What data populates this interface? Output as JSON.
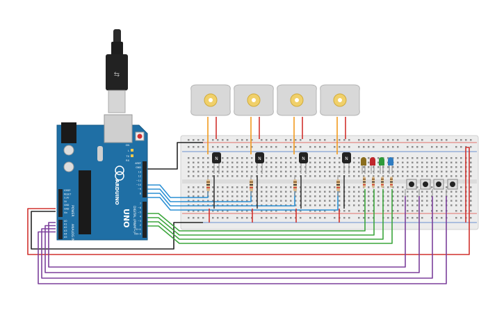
{
  "board": {
    "brand": "ARDUINO",
    "model": "UNO",
    "on_label": "ON",
    "tx_label": "TX",
    "rx_label": "RX",
    "l_label": "L",
    "power_label": "POWER",
    "analog_label": "ANALOG IN",
    "digital_label": "DIGITAL (PWM ~)",
    "power_pins": [
      "IOREF",
      "RESET",
      "3.3V",
      "5V",
      "GND",
      "GND",
      "Vin"
    ],
    "analog_pins": [
      "A0",
      "A1",
      "A2",
      "A3",
      "A4",
      "A5"
    ],
    "digital_top_pins": [
      "AREF",
      "GND",
      "13",
      "12",
      "~11",
      "~10",
      "~9",
      "8"
    ],
    "digital_bottom_pins": [
      "7",
      "~6",
      "~5",
      "4",
      "~3",
      "2",
      "TX→1",
      "RX←0"
    ]
  },
  "motors": [
    {
      "id": "motor-1"
    },
    {
      "id": "motor-2"
    },
    {
      "id": "motor-3"
    },
    {
      "id": "motor-4"
    }
  ],
  "transistors": [
    {
      "label": "N"
    },
    {
      "label": "N"
    },
    {
      "label": "N"
    },
    {
      "label": "N"
    }
  ],
  "leds": [
    {
      "color": "#8a6d1e"
    },
    {
      "color": "#c0262b"
    },
    {
      "color": "#2e9b3a"
    },
    {
      "color": "#2f7cc1"
    }
  ],
  "buttons": [
    {
      "id": "b1"
    },
    {
      "id": "b2"
    },
    {
      "id": "b3"
    },
    {
      "id": "b4"
    }
  ],
  "colors": {
    "board": "#1f6fa5",
    "breadboard": "#e9e9e9",
    "wire_red": "#d0312d",
    "wire_black": "#222222",
    "wire_blue": "#2a8fd4",
    "wire_green": "#3aa53a",
    "wire_purple": "#7b3f9b",
    "wire_orange": "#f29a1c"
  }
}
